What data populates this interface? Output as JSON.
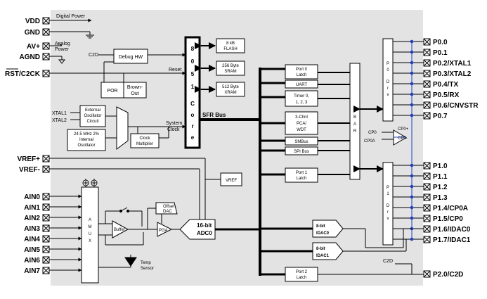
{
  "left_pins": {
    "vdd": "VDD",
    "gnd": "GND",
    "avp": "AV+",
    "agnd": "AGND",
    "rst": "RST/C2CK",
    "vrefp": "VREF+",
    "vrefm": "VREF-",
    "ain": [
      "AIN0",
      "AIN1",
      "AIN2",
      "AIN3",
      "AIN4",
      "AIN5",
      "AIN6",
      "AIN7"
    ]
  },
  "right_pins": {
    "p0": [
      "P0.0",
      "P0.1",
      "P0.2/XTAL1",
      "P0.3/XTAL2",
      "P0.4/TX",
      "P0.5/RX",
      "P0.6/CNVSTR",
      "P0.7"
    ],
    "p1": [
      "P1.0",
      "P1.1",
      "P1.2",
      "P1.3",
      "P1.4/CP0A",
      "P1.5/CP0",
      "P1.6/IDAC0",
      "P1.7/IDAC1"
    ],
    "p2": "P2.0/C2D"
  },
  "labels": {
    "digital_power": "Digital Power",
    "analog_power": [
      "Analog",
      "Power"
    ],
    "c2d_top": "C2D",
    "c2d_bottom": "C2D",
    "reset": "Reset",
    "system_clock": [
      "System",
      "Clock"
    ],
    "xtal1": "XTAL1",
    "xtal2": "XTAL2",
    "sfr_bus": "SFR Bus",
    "cp0_plus": "CP0+",
    "cp0_minus": "CP0-",
    "cp0": "CP0",
    "cp0a": "CP0A"
  },
  "core": {
    "letters": [
      "8",
      "0",
      "5",
      "1",
      "C",
      "o",
      "r",
      "e"
    ]
  },
  "blocks": {
    "debug_hw": "Debug HW",
    "por": "POR",
    "brown_out": [
      "Brown-",
      "Out"
    ],
    "ext_osc": [
      "External",
      "Oscillator",
      "Circuit"
    ],
    "int_osc": [
      "24.5 MHz 2%",
      "Internal",
      "Oscillator"
    ],
    "clock_mult": [
      "Clock",
      "Multiplier"
    ],
    "flash": [
      "8 kB",
      "FLASH"
    ],
    "sram": [
      "256 Byte",
      "SRAM"
    ],
    "xram": [
      "512 Byte",
      "XRAM"
    ],
    "port0_latch": [
      "Port 0",
      "Latch"
    ],
    "uart": "UART",
    "timers": [
      "Timer 0,",
      "1, 2, 3"
    ],
    "pca": [
      "3-Chnl",
      "PCA/",
      "WDT"
    ],
    "smbus": "SMBus",
    "spi": "SPI Bus",
    "port1_latch": [
      "Port 1",
      "Latch"
    ],
    "port2_latch": [
      "Port 2",
      "Latch"
    ],
    "xbar": [
      "X",
      "B",
      "A",
      "R"
    ],
    "p0_drv": [
      "P",
      "0",
      "",
      "D",
      "r",
      "v"
    ],
    "p1_drv": [
      "P",
      "1",
      "",
      "D",
      "r",
      "v"
    ],
    "vref": "VREF",
    "amux": [
      "A",
      "M",
      "U",
      "X"
    ],
    "buffer": "Buffer",
    "pga": "PGA",
    "offset_dac": [
      "Offset",
      "DAC"
    ],
    "adc": [
      "16-bit",
      "ADC0"
    ],
    "idac0": [
      "8-bit",
      "IDAC0"
    ],
    "idac1": [
      "8-bit",
      "IDAC1"
    ],
    "temp_sensor": [
      "Temp",
      "Sensor"
    ]
  },
  "colors": {
    "panel": "#e3e3e3",
    "line": "#000000",
    "dot": "#1f3fc4",
    "core_fill": "#ffffff"
  }
}
